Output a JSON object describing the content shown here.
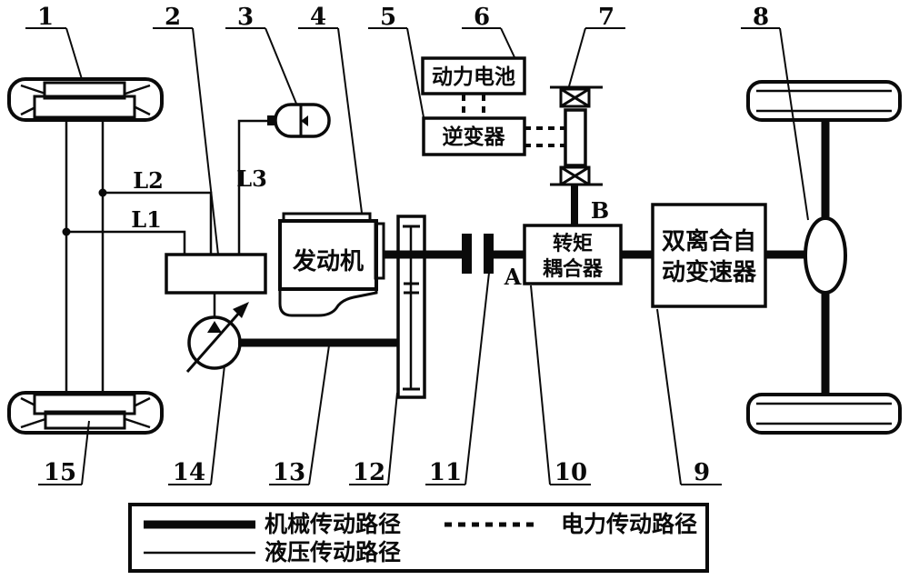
{
  "diagram_title": "hybrid-powertrain-schematic",
  "colors": {
    "ink": "#0a0a0a",
    "background": "#ffffff"
  },
  "callouts": {
    "top": [
      "1",
      "2",
      "3",
      "4",
      "5",
      "6",
      "7",
      "8"
    ],
    "bottom": [
      "15",
      "14",
      "13",
      "12",
      "11",
      "10",
      "9"
    ]
  },
  "line_labels": {
    "l1": "L1",
    "l2": "L2",
    "l3": "L3",
    "a": "A",
    "b": "B"
  },
  "components": {
    "battery": "动力电池",
    "inverter": "逆变器",
    "engine": "发动机",
    "coupler_line1": "转矩",
    "coupler_line2": "耦合器",
    "transmission_line1": "双离合自",
    "transmission_line2": "动变速器"
  },
  "legend": {
    "mechanical": "机械传动路径",
    "hydraulic": "液压传动路径",
    "electric": "电力传动路径"
  }
}
